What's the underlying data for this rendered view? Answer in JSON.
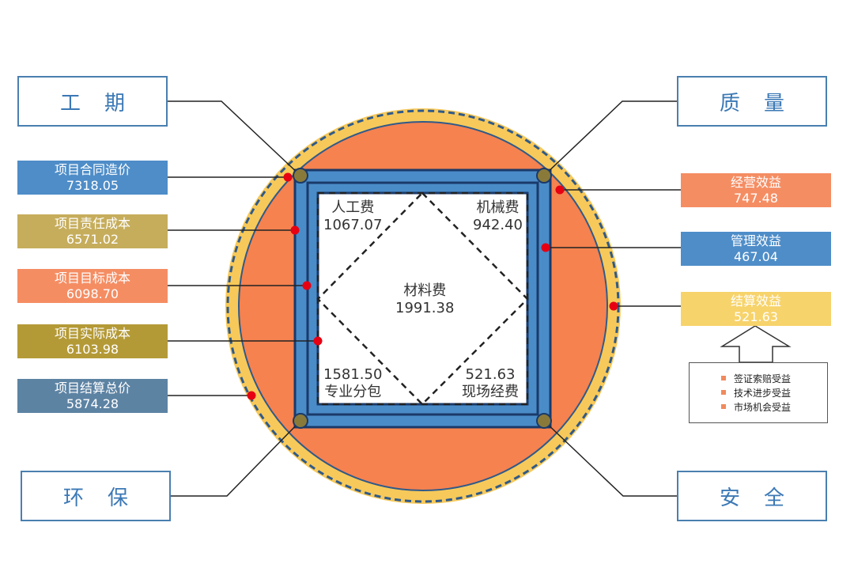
{
  "corners": {
    "top_left": "工期",
    "top_right": "质量",
    "bottom_left": "环保",
    "bottom_right": "安全"
  },
  "left_metrics": [
    {
      "label": "项目合同造价",
      "value": "7318.05",
      "color": "#4e8dc8"
    },
    {
      "label": "项目责任成本",
      "value": "6571.02",
      "color": "#c6ad5c"
    },
    {
      "label": "项目目标成本",
      "value": "6098.70",
      "color": "#f58d63"
    },
    {
      "label": "项目实际成本",
      "value": "6103.98",
      "color": "#b49a37"
    },
    {
      "label": "项目结算总价",
      "value": "5874.28",
      "color": "#5d83a3"
    }
  ],
  "right_metrics": [
    {
      "label": "经营效益",
      "value": "747.48",
      "color": "#f58d63"
    },
    {
      "label": "管理效益",
      "value": "467.04",
      "color": "#4e8dc8"
    },
    {
      "label": "结算效益",
      "value": "521.63",
      "color": "#f7d36b"
    }
  ],
  "inner": {
    "labor": {
      "label": "人工费",
      "value": "1067.07"
    },
    "machinery": {
      "label": "机械费",
      "value": "942.40"
    },
    "material": {
      "label": "材料费",
      "value": "1991.38"
    },
    "subcontract": {
      "label": "专业分包",
      "value": "1581.50"
    },
    "site": {
      "label": "现场经费",
      "value": "521.63"
    }
  },
  "benefits": [
    "签证索赔受益",
    "技术进步受益",
    "市场机会受益"
  ],
  "colors": {
    "outer_ring": "#f7c95a",
    "circle_fill": "#f5824f",
    "square_frame": "#4a8cc8",
    "frame_dark": "#1a3a6a",
    "marker": "#e60012",
    "node": "#8a7a3a",
    "connector": "#222222"
  }
}
